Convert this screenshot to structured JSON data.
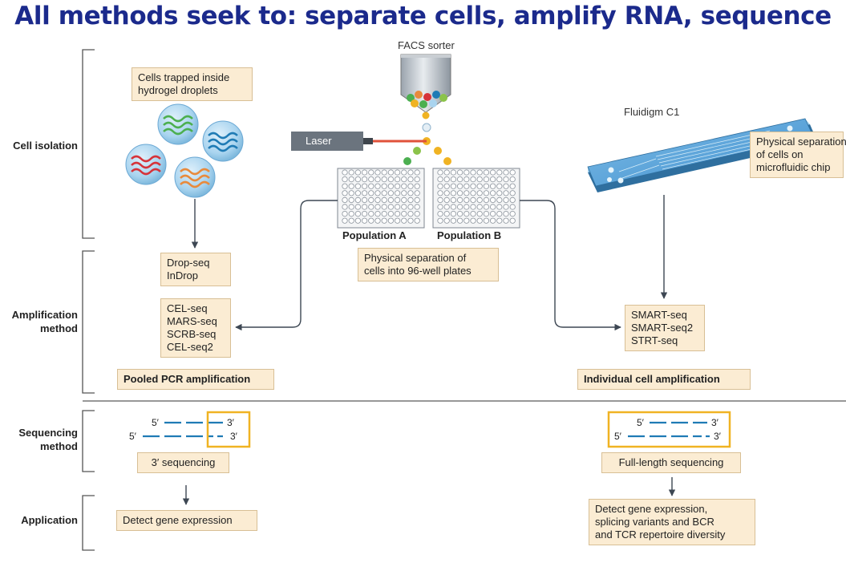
{
  "title": "All methods seek to: separate cells, amplify RNA, sequence",
  "row_labels": {
    "cell_isolation": "Cell isolation",
    "amplification": [
      "Amplification",
      "method"
    ],
    "sequencing": [
      "Sequencing",
      "method"
    ],
    "application": "Application"
  },
  "isolation": {
    "droplets_label": [
      "Cells trapped inside",
      "hydrogel droplets"
    ],
    "facs_label": "FACS sorter",
    "laser_label": "Laser",
    "population_a": "Population A",
    "population_b": "Population B",
    "plates_label": [
      "Physical separation of",
      "cells into 96-well plates"
    ],
    "fluidigm_label": "Fluidigm C1",
    "chip_label": [
      "Physical separation",
      "of cells on",
      "microfluidic chip"
    ]
  },
  "amplification": {
    "drop_methods": [
      "Drop-seq",
      "InDrop"
    ],
    "pooled_methods": [
      "CEL-seq",
      "MARS-seq",
      "SCRB-seq",
      "CEL-seq2"
    ],
    "pooled_label": "Pooled PCR amplification",
    "individual_methods": [
      "SMART-seq",
      "SMART-seq2",
      "STRT-seq"
    ],
    "individual_label": "Individual cell amplification"
  },
  "sequencing": {
    "prime5": "5′",
    "prime3": "3′",
    "left_label": "3′ sequencing",
    "right_label": "Full-length sequencing"
  },
  "application": {
    "left": "Detect gene expression",
    "right": [
      "Detect gene expression,",
      "splicing variants and BCR",
      "and TCR repertoire diversity"
    ]
  },
  "colors": {
    "title": "#1b2a8c",
    "box_fill": "#fbecd3",
    "highlight": "#f0b323",
    "seq_line": "#1f7bb5",
    "laser": "#e0523a"
  }
}
